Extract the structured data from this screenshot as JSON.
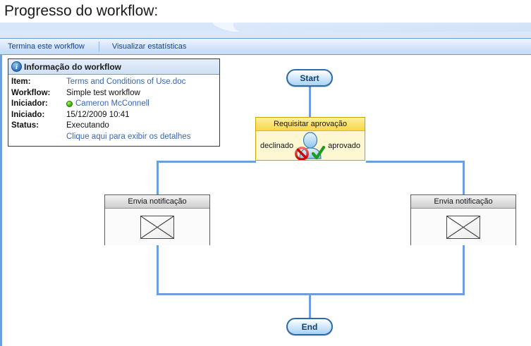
{
  "page": {
    "title": "Progresso do workflow:"
  },
  "toolbar": {
    "items": [
      {
        "label": "Termina este workflow",
        "name": "terminate-workflow-link"
      },
      {
        "label": "Visualizar estatísticas",
        "name": "view-statistics-link"
      }
    ]
  },
  "info_panel": {
    "icon": "info-icon",
    "title": "Informação do workflow",
    "rows": [
      {
        "label": "Item:",
        "value": "Terms and Conditions of Use.doc",
        "is_link": true,
        "has_presence": false
      },
      {
        "label": "Workflow:",
        "value": "Simple test workflow",
        "is_link": false,
        "has_presence": false
      },
      {
        "label": "Iniciador:",
        "value": "Cameron McConnell",
        "is_link": true,
        "has_presence": true
      },
      {
        "label": "Iniciado:",
        "value": "15/12/2009 10:41",
        "is_link": false,
        "has_presence": false
      },
      {
        "label": "Status:",
        "value": "Executando",
        "is_link": false,
        "has_presence": false
      }
    ],
    "details_link": "Clique aqui para exibir os detalhes"
  },
  "diagram": {
    "start_node": {
      "label": "Start",
      "name": "start-node"
    },
    "end_node": {
      "label": "End",
      "name": "end-node"
    },
    "approval_task": {
      "title": "Requisitar aprovação",
      "left_branch": "declinado",
      "right_branch": "aprovado",
      "icon": "person-approval-icon"
    },
    "notification_left": {
      "title": "Envia notificação",
      "icon": "envelope-icon"
    },
    "notification_right": {
      "title": "Envia notificação",
      "icon": "envelope-icon"
    }
  },
  "colors": {
    "accent_blue": "#6f9ede",
    "link_blue": "#3b66b0",
    "task_yellow": "#fdf8d2",
    "header_band": "#d7e6f9",
    "presence_green": "#49c217"
  }
}
